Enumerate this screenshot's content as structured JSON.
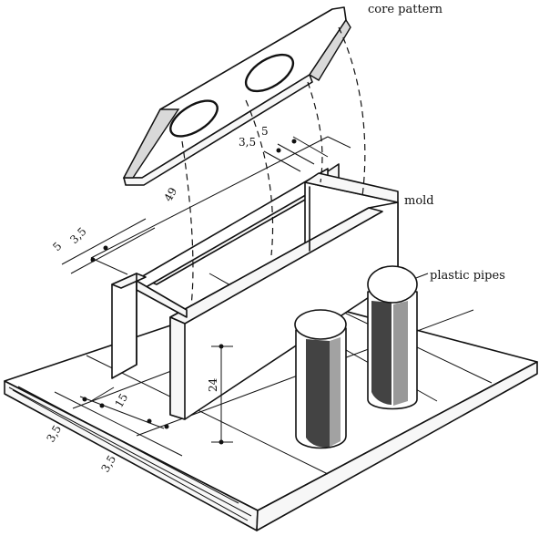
{
  "labels": {
    "core_pattern": "core pattern",
    "mold": "mold",
    "plastic_pipes": "plastic pipes"
  },
  "dimensions": {
    "length": "49",
    "height": "24",
    "top_a": "3,5",
    "top_b": "5",
    "left_a": "5",
    "left_b": "3,5",
    "base_mid": "15",
    "base_left": "3,5",
    "base_right": "3,5"
  },
  "colors": {
    "ink": "#111111",
    "paper": "#ffffff"
  }
}
